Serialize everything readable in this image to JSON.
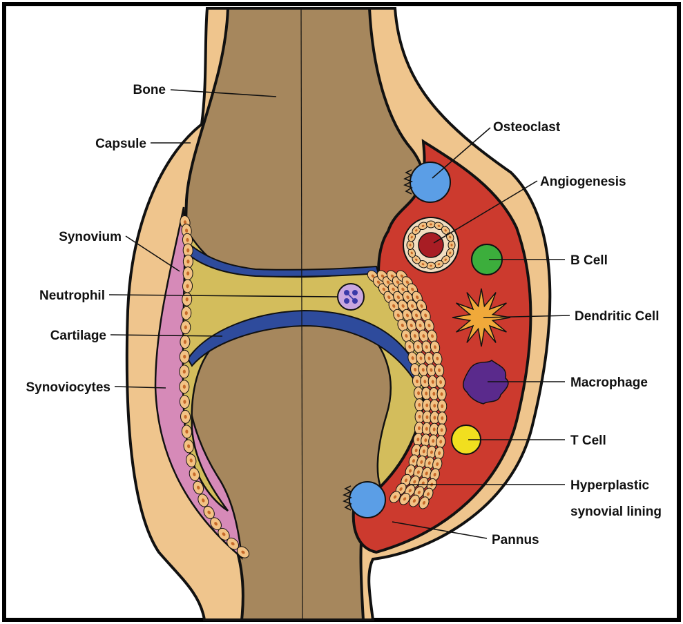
{
  "labels": {
    "bone": "Bone",
    "capsule": "Capsule",
    "synovium": "Synovium",
    "neutrophil": "Neutrophil",
    "cartilage": "Cartilage",
    "synoviocytes": "Synoviocytes",
    "osteoclast": "Osteoclast",
    "angiogenesis": "Angiogenesis",
    "b_cell": "B Cell",
    "dendritic_cell": "Dendritic Cell",
    "macrophage": "Macrophage",
    "t_cell": "T Cell",
    "hyperplastic_line1": "Hyperplastic",
    "hyperplastic_line2": "synovial lining",
    "pannus": "Pannus"
  },
  "colors": {
    "capsule": "#efc58d",
    "bone": "#a6875d",
    "cartilage": "#2e4b9c",
    "synovial_fluid": "#d3bd5c",
    "synovium": "#d68ab8",
    "pannus": "#cc3a2e",
    "synoviocyte": "#f3c284",
    "osteoclast": "#5b9ee6",
    "b_cell": "#3cae3c",
    "dendritic_cell": "#f0a93a",
    "macrophage": "#5a2a8c",
    "t_cell": "#f1df1f",
    "angiogenesis_core": "#a81d24",
    "neutrophil": "#c9a7e0"
  }
}
